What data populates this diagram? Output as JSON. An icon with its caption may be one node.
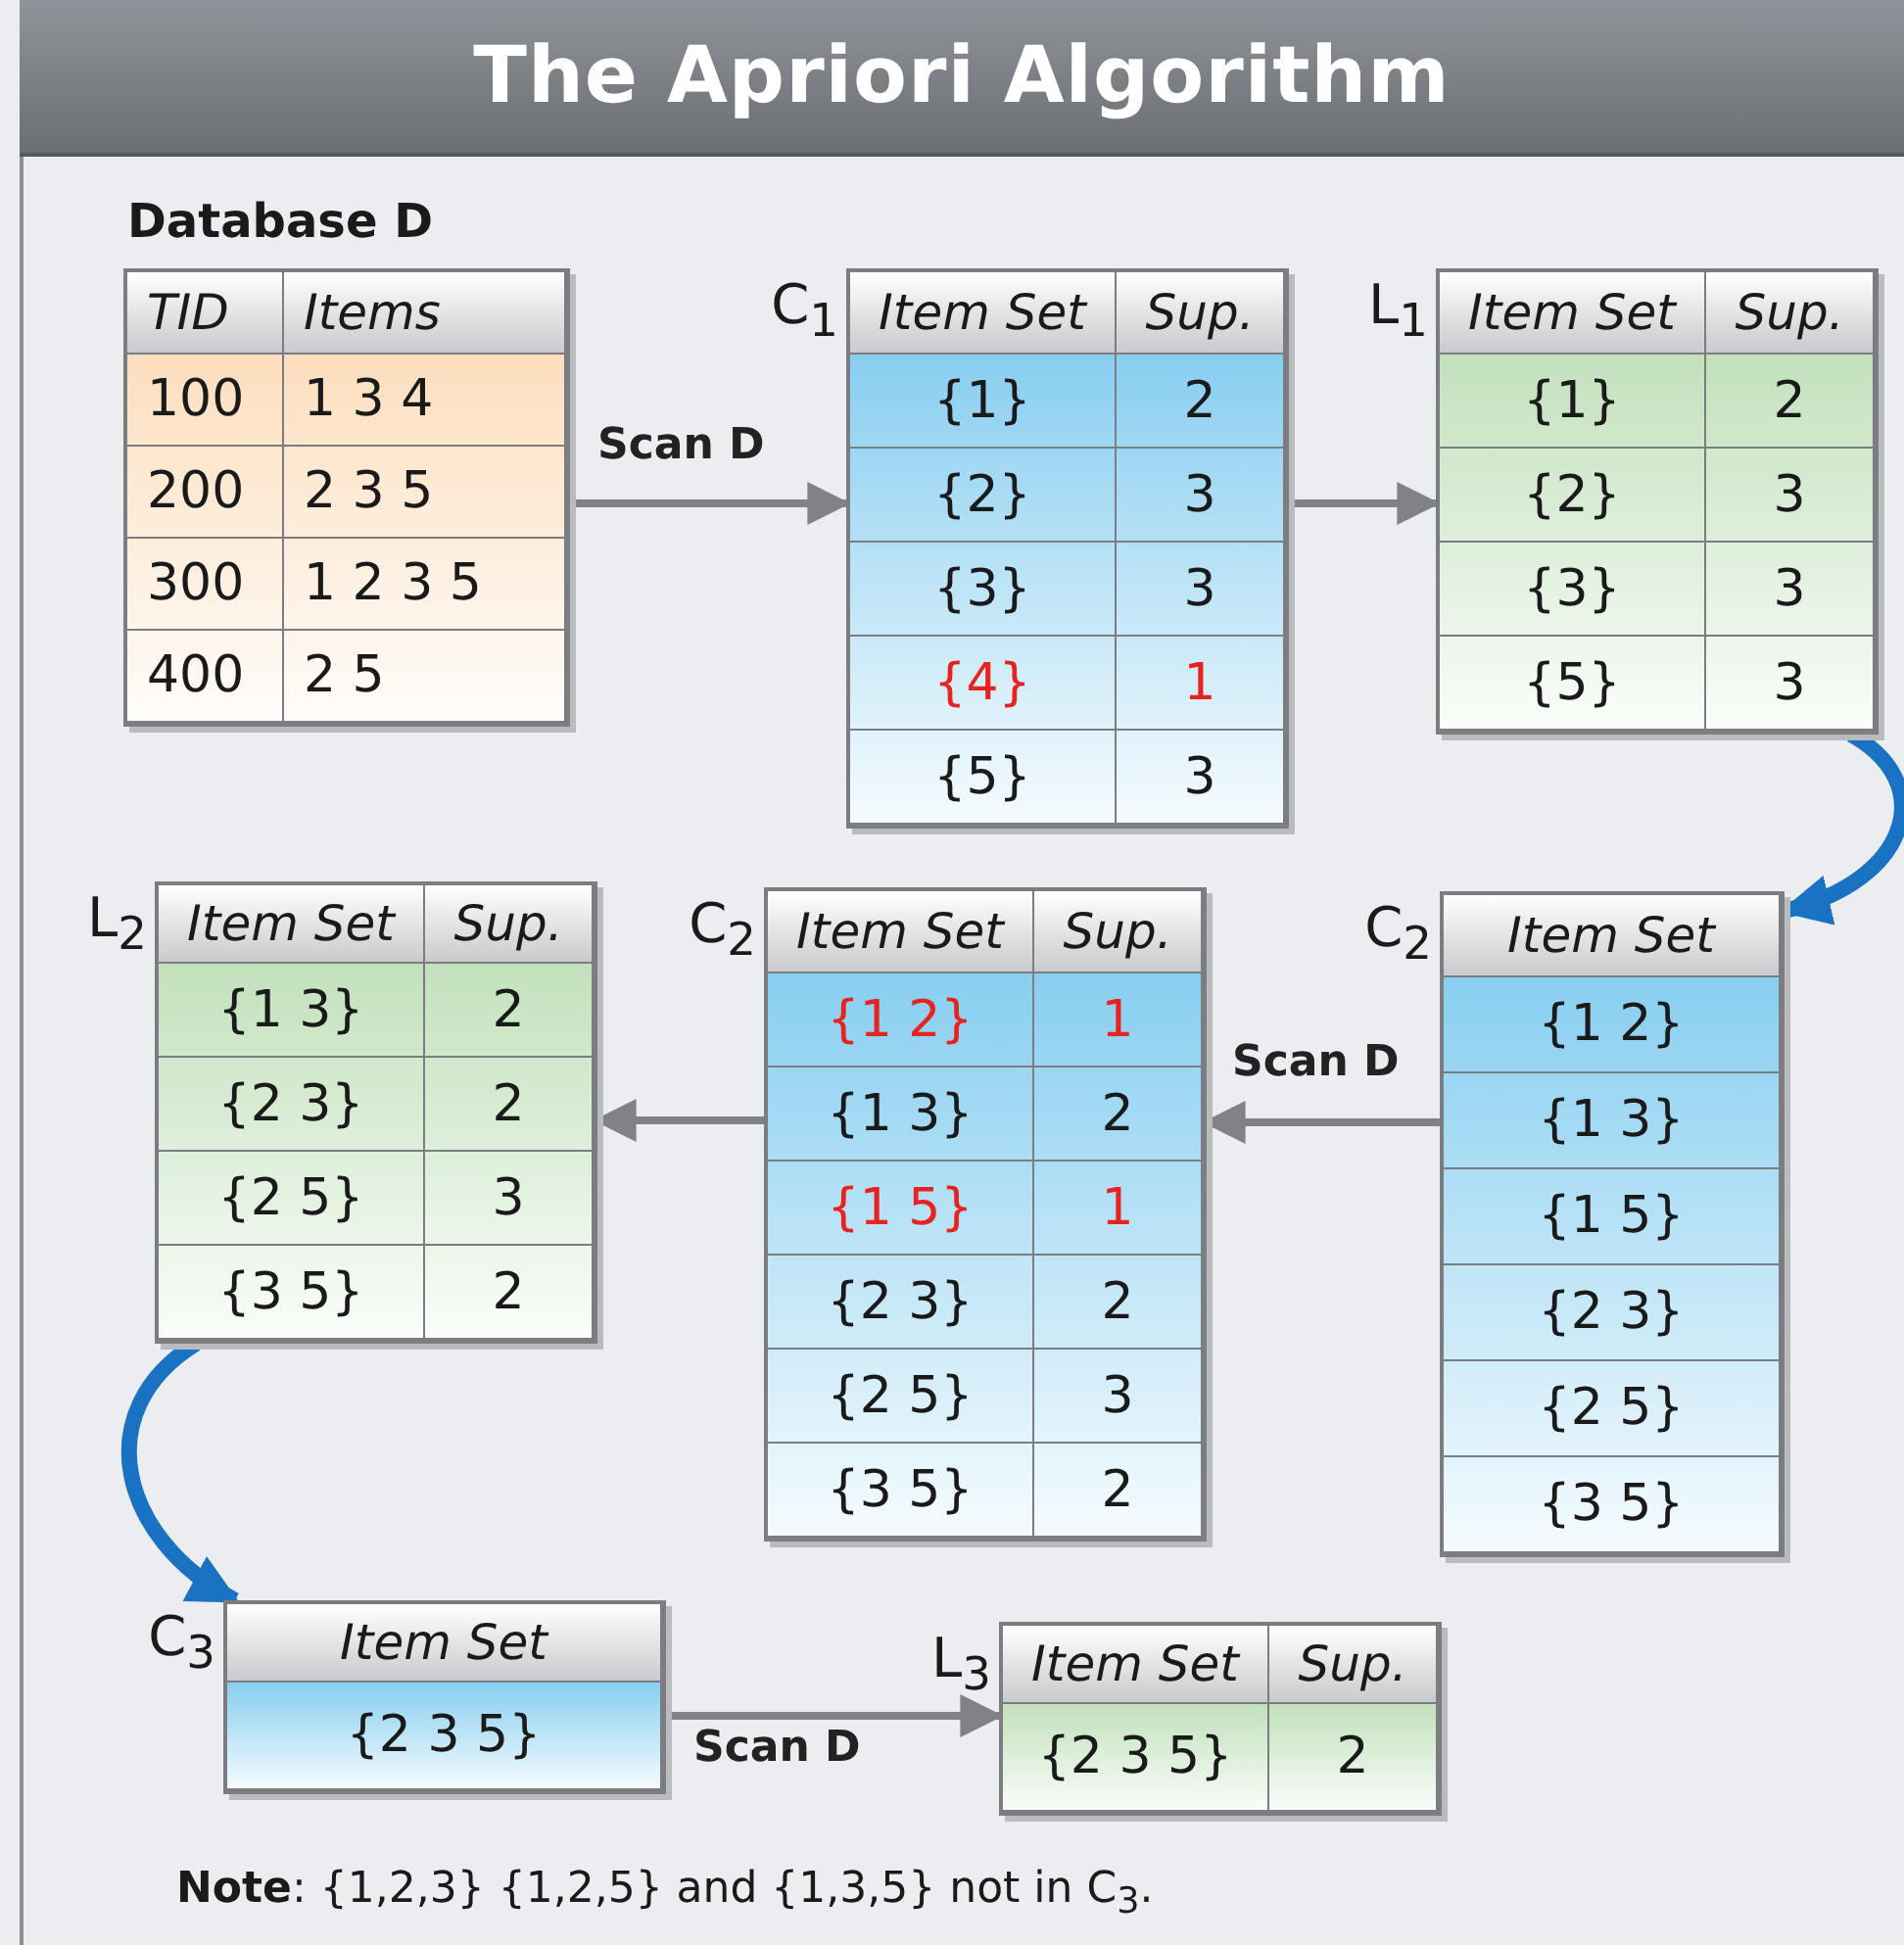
{
  "diagram": {
    "title": "The Apriori Algorithm",
    "nodes": [
      {
        "text": [
          "Database D",
          "TID",
          "Items",
          "100",
          "1 3 4",
          "200",
          "2 3 5",
          "300",
          "1 2 3 5",
          "400",
          "2 5"
        ]
      },
      {
        "text": [
          "C$_{1}$",
          "Item Set",
          "Sup.",
          "{1}",
          "2",
          "{2}",
          "3",
          "{3}",
          "3",
          "{4}",
          "1",
          "{5}",
          "3"
        ]
      },
      {
        "text": [
          "L$_{1}$",
          "Item Set",
          "Sup.",
          "{1}",
          "2",
          "{2}",
          "3",
          "{3}",
          "3",
          "{5}",
          "3"
        ]
      },
      {
        "text": [
          "C$_{2}$",
          "Item Set",
          "{1 2}",
          "{1 3}",
          "{1 5}",
          "{2 3}",
          "{2 5}",
          "{3 5}"
        ]
      },
      {
        "text": [
          "C$_{2}$",
          "Item Set",
          "Sup.",
          "{1 2}",
          "1",
          "{1 3}",
          "2",
          "{1 5}",
          "1",
          "{2 3}",
          "2",
          "{2 5}",
          "3",
          "{3 5}",
          "2"
        ]
      },
      {
        "text": [
          "L$_{2}$",
          "Item Set",
          "Sup.",
          "{1 3}",
          "2",
          "{2 3}",
          "2",
          "{2 5}",
          "3",
          "{3 5}",
          "2"
        ]
      },
      {
        "text": [
          "C$_{3}$",
          "Item Set",
          "{2 3 5}"
        ]
      },
      {
        "text": [
          "L$_{3}$",
          "Item Set",
          "Sup.",
          "{2 3 5}",
          "2"
        ]
      }
    ],
    "edges": [
      {
        "from": 0,
        "to": 1,
        "arrow": "to",
        "label": "Scan D"
      },
      {
        "from": 1,
        "to": 2,
        "arrow": "to"
      },
      {
        "from": 2,
        "to": 3,
        "arrow": "to",
        "style": "thick",
        "color": "#1a72c2"
      },
      {
        "from": 3,
        "to": 4,
        "arrow": "to",
        "label": "Scan D"
      },
      {
        "from": 4,
        "to": 5,
        "arrow": "to"
      },
      {
        "from": 5,
        "to": 6,
        "arrow": "to",
        "style": "thick",
        "color": "#1a72c2"
      },
      {
        "from": 6,
        "to": 7,
        "arrow": "to",
        "label": "Scan D"
      }
    ],
    "labels": [
      "**Note**: {1,2,3} {1,2,5} and {1,3,5} not in C$_{3}$."
    ]
  }
}
